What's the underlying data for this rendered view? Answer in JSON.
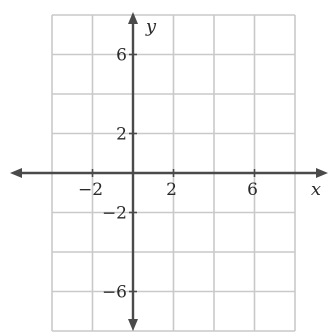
{
  "chart_data": {
    "type": "scatter",
    "title": "",
    "xlabel": "x",
    "ylabel": "y",
    "xlim": [
      -4,
      8
    ],
    "ylim": [
      -8,
      8
    ],
    "grid": true,
    "grid_step": 2,
    "x_tick_labels": [
      {
        "value": -2,
        "text": "−2"
      },
      {
        "value": 2,
        "text": "2"
      },
      {
        "value": 6,
        "text": "6"
      }
    ],
    "y_tick_labels": [
      {
        "value": 6,
        "text": "6"
      },
      {
        "value": 2,
        "text": "2"
      },
      {
        "value": -2,
        "text": "−2"
      },
      {
        "value": -6,
        "text": "−6"
      }
    ],
    "series": [],
    "colors": {
      "grid": "#c9c9c9",
      "axis": "#4a4a4a",
      "text": "#2a2a2a"
    }
  }
}
